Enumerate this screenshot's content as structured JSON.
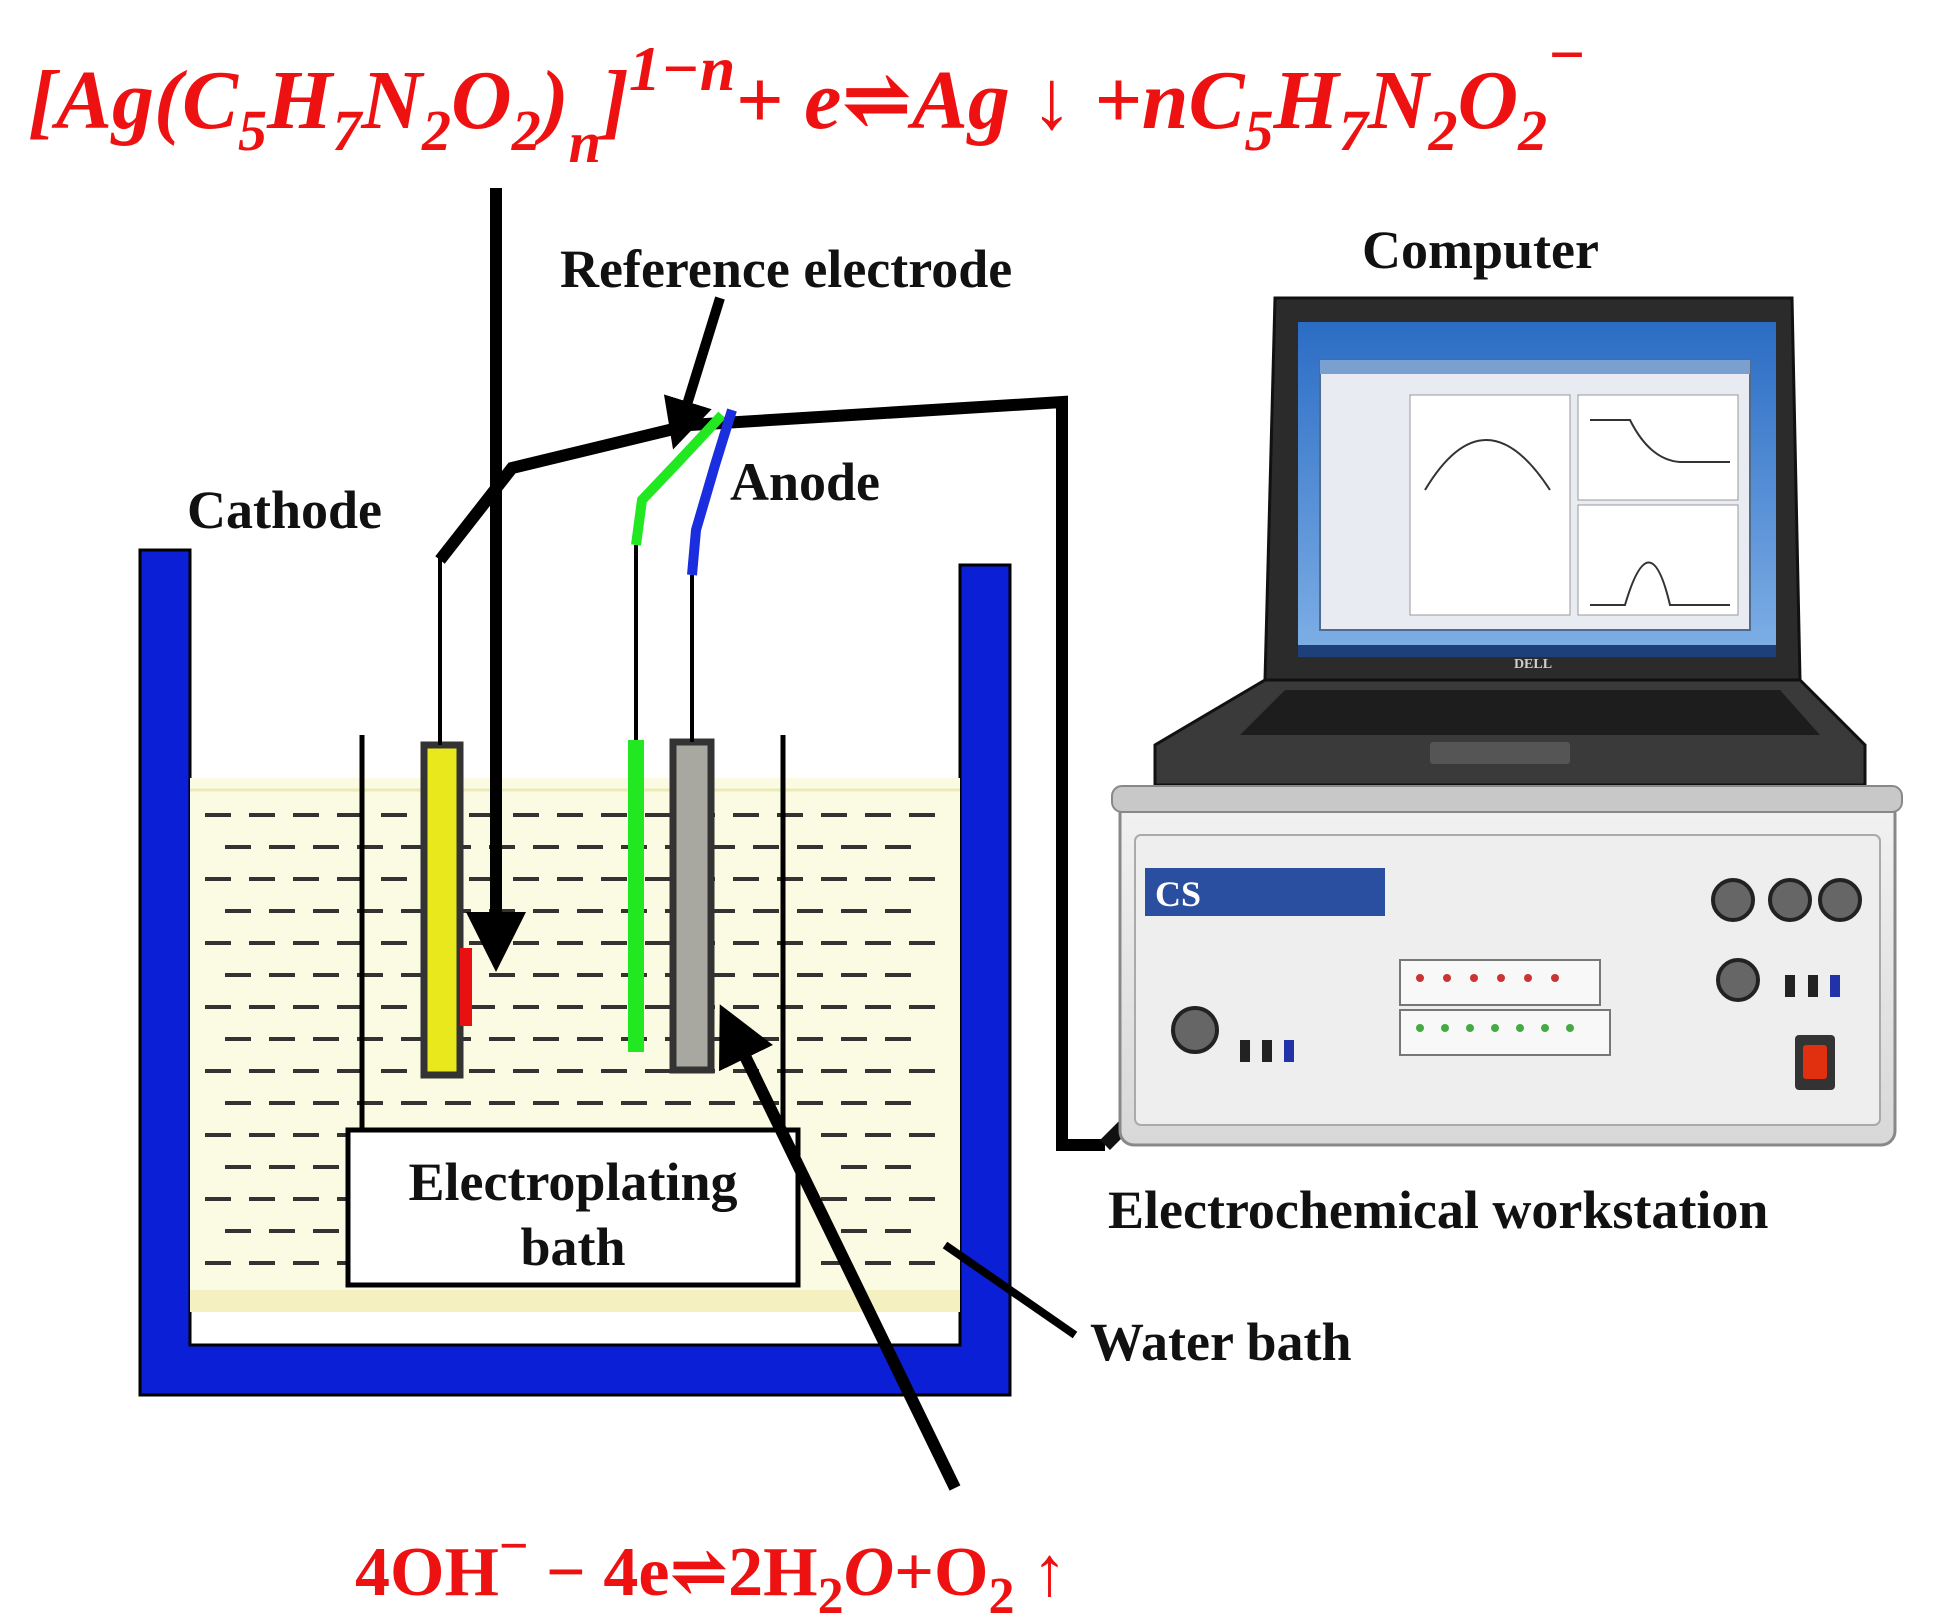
{
  "equations": {
    "cathode_reaction": {
      "lhs_open": "[Ag(C",
      "s1": "5",
      "h": "H",
      "s2": "7",
      "n": "N",
      "s3": "2",
      "o": "O",
      "s4": "2",
      "close": ")",
      "sub_n": "n",
      "bracket": "]",
      "sup": "1−n",
      "mid": "+ e⇌Ag ↓ +nC",
      "r1": "5",
      "rh": "H",
      "r2": "7",
      "rn": "N",
      "r3": "2",
      "ro": "O",
      "r4": "2",
      "rsup": "−"
    },
    "anode_reaction": {
      "lhs": "4OH",
      "sup": "−",
      "mid": " − 4e⇌2H",
      "s1": "2",
      "o_it": "O",
      "plus": "+O",
      "s2": "2",
      "arrow": " ↑"
    }
  },
  "labels": {
    "reference_electrode": "Reference electrode",
    "computer": "Computer",
    "cathode": "Cathode",
    "anode": "Anode",
    "bath_line1": "Electroplating",
    "bath_line2": "bath",
    "workstation": "Electrochemical workstation",
    "water_bath": "Water bath"
  },
  "device": {
    "laptop_brand": "DELL",
    "workstation_badge": "CS"
  },
  "colors": {
    "equation_red": "#ee1111",
    "vessel_blue": "#0a1fd6",
    "cathode_yellow": "#e8e81c",
    "reference_green": "#22e822",
    "anode_gray": "#a8a8a0",
    "anode_wire_blue": "#1a2ee0",
    "liquid": "#fbfbe3",
    "deposit_red": "#e81010"
  }
}
